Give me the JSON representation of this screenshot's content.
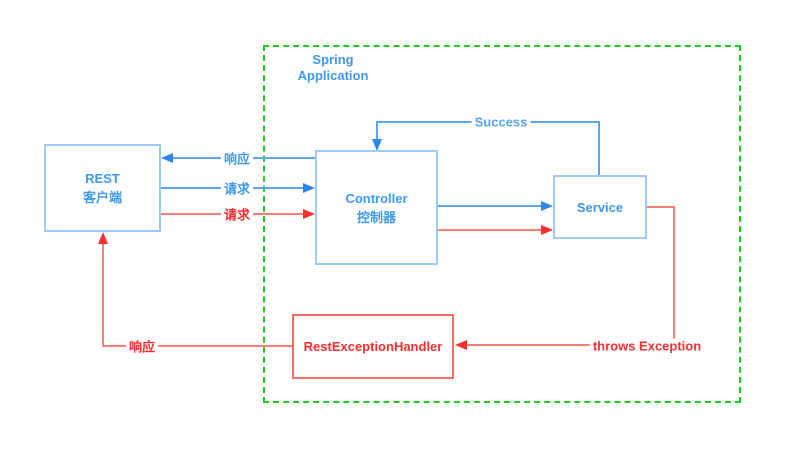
{
  "diagram": {
    "frame": {
      "label_line1": "Spring",
      "label_line2": "Application",
      "border_color": "#1ecb1e"
    },
    "nodes": {
      "rest_client": {
        "line1": "REST",
        "line2": "客户端"
      },
      "controller": {
        "line1": "Controller",
        "line2": "控制器"
      },
      "service": {
        "label": "Service"
      },
      "exception_handler": {
        "label": "RestExceptionHandler"
      }
    },
    "edges": {
      "response_blue": {
        "label": "响应",
        "from": "Controller",
        "to": "REST 客户端"
      },
      "request_blue": {
        "label": "请求",
        "from": "REST 客户端",
        "to": "Controller"
      },
      "request_red": {
        "label": "请求",
        "from": "REST 客户端",
        "to": "Controller"
      },
      "call_blue": {
        "from": "Controller",
        "to": "Service"
      },
      "call_red": {
        "from": "Controller",
        "to": "Service"
      },
      "success": {
        "label": "Success",
        "from": "Service",
        "to": "Controller"
      },
      "throws_exception": {
        "label": "throws Exception",
        "from": "Service",
        "to": "RestExceptionHandler"
      },
      "response_red": {
        "label": "响应",
        "from": "RestExceptionHandler",
        "to": "REST 客户端"
      }
    },
    "colors": {
      "blue_text": "#3d9af0",
      "blue_line": "#5ba5f2",
      "blue_arrow": "#2e86ec",
      "red_text": "#fb2f2f",
      "red_line": "#fb7d75",
      "green_frame": "#1ecb1e",
      "box_border_blue": "#a0caf6",
      "box_border_red": "#fc6a63"
    }
  }
}
